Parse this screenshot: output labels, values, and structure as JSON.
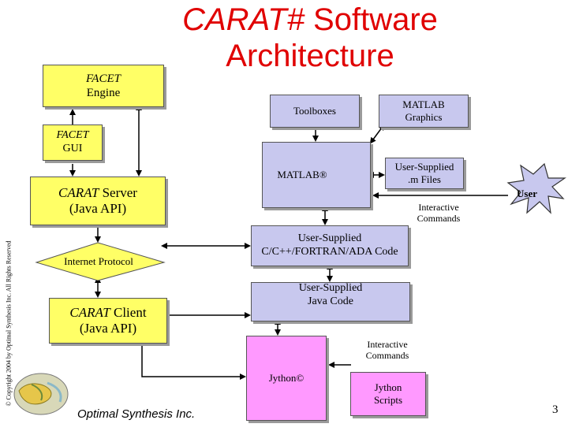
{
  "title": {
    "line1_italic": "CARAT#",
    "line1_rest": " Software",
    "line2": "Architecture"
  },
  "boxes": {
    "facet_engine": {
      "line1": "FACET",
      "line2": "Engine"
    },
    "facet_gui": {
      "line1": "FACET",
      "line2": "GUI"
    },
    "carat_server": {
      "italic": "CARAT",
      "rest": " Server",
      "line2": "(Java API)"
    },
    "internet_protocol": "Internet Protocol",
    "carat_client": {
      "italic": "CARAT",
      "rest": " Client",
      "line2": "(Java API)"
    },
    "toolboxes": "Toolboxes",
    "matlab_graphics": {
      "line1": "MATLAB",
      "line2": "Graphics"
    },
    "matlab": "MATLAB®",
    "user_m_files": {
      "line1": "User-Supplied",
      "line2": ".m Files"
    },
    "user_c_code": {
      "line1": "User-Supplied",
      "line2": "C/C++/FORTRAN/ADA Code"
    },
    "user_java_code": {
      "line1": "User-Supplied",
      "line2": "Java Code"
    },
    "jython": "Jython©",
    "jython_scripts": {
      "line1": "Jython",
      "line2": "Scripts"
    },
    "user": "User"
  },
  "labels": {
    "interactive_commands_top": {
      "line1": "Interactive",
      "line2": "Commands"
    },
    "interactive_commands_bottom": {
      "line1": "Interactive",
      "line2": "Commands"
    }
  },
  "footer": {
    "copyright": "© Copyright 2004 by Optimal Synthesis Inc. All Rights Reserved",
    "company": "Optimal Synthesis Inc.",
    "page_number": "3"
  },
  "colors": {
    "title": "#e00000",
    "yellow_box": "#ffff66",
    "lavender_box": "#c8c8ee",
    "pink_box": "#ff99ff",
    "user_star": "#c8c8ee"
  },
  "icons": [
    "logo-icon",
    "user-star-icon"
  ]
}
